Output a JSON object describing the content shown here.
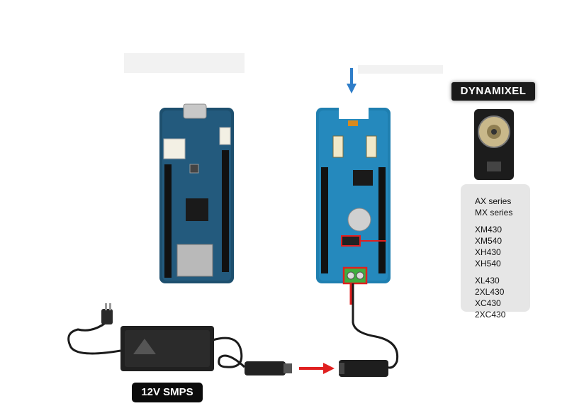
{
  "dynamixel": {
    "brand": "DYNAMIXEL",
    "series": [
      "AX series",
      "MX series",
      "XM430",
      "XM540",
      "XH430",
      "XH540",
      "XL430",
      "2XL430",
      "XC430",
      "2XC430"
    ]
  },
  "power_supply": {
    "label": "12V SMPS"
  },
  "colors": {
    "board_blue": "#1d4f6e",
    "shield_blue": "#1f7fb0",
    "highlight_red": "#e02020",
    "arrow_blue": "#2f7ec9",
    "cable": "#1b1b1b",
    "terminal_green": "#3fae3f"
  }
}
